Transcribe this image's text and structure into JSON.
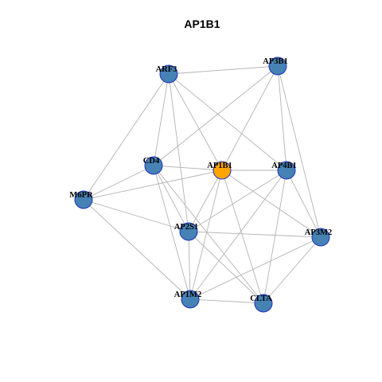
{
  "title": "AP1B1",
  "colors": {
    "node": "#4682b4",
    "focus_node": "#ffa500",
    "node_border": "#1c2fbf",
    "edge": "#b3b3b3"
  },
  "focus": "AP1B1",
  "nodes": [
    "ARF3",
    "AP3B1",
    "CD4",
    "AP1B1",
    "AP4B1",
    "M6PR",
    "AP2S1",
    "AP3M2",
    "AP1M2",
    "CLTA"
  ],
  "edges": [
    [
      "ARF3",
      "AP3B1"
    ],
    [
      "ARF3",
      "CD4"
    ],
    [
      "ARF3",
      "AP1B1"
    ],
    [
      "ARF3",
      "AP4B1"
    ],
    [
      "ARF3",
      "M6PR"
    ],
    [
      "ARF3",
      "AP2S1"
    ],
    [
      "AP3B1",
      "CD4"
    ],
    [
      "AP3B1",
      "AP1B1"
    ],
    [
      "AP3B1",
      "AP4B1"
    ],
    [
      "AP3B1",
      "AP3M2"
    ],
    [
      "CD4",
      "AP1B1"
    ],
    [
      "CD4",
      "M6PR"
    ],
    [
      "CD4",
      "AP2S1"
    ],
    [
      "CD4",
      "AP1M2"
    ],
    [
      "CD4",
      "CLTA"
    ],
    [
      "AP1B1",
      "AP4B1"
    ],
    [
      "AP1B1",
      "M6PR"
    ],
    [
      "AP1B1",
      "AP2S1"
    ],
    [
      "AP1B1",
      "AP3M2"
    ],
    [
      "AP1B1",
      "AP1M2"
    ],
    [
      "AP1B1",
      "CLTA"
    ],
    [
      "AP4B1",
      "AP2S1"
    ],
    [
      "AP4B1",
      "AP3M2"
    ],
    [
      "AP4B1",
      "AP1M2"
    ],
    [
      "AP4B1",
      "CLTA"
    ],
    [
      "M6PR",
      "AP2S1"
    ],
    [
      "M6PR",
      "AP1M2"
    ],
    [
      "AP2S1",
      "AP3M2"
    ],
    [
      "AP2S1",
      "AP1M2"
    ],
    [
      "AP2S1",
      "CLTA"
    ],
    [
      "AP3M2",
      "AP1M2"
    ],
    [
      "AP3M2",
      "CLTA"
    ],
    [
      "AP1M2",
      "CLTA"
    ]
  ]
}
